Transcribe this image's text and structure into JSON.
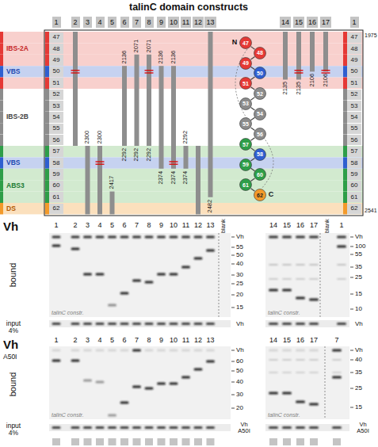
{
  "diagram": {
    "title": "talinC domain constructs",
    "nodes": [
      {
        "text": [
          "1"
        ]
      },
      {
        "text": [
          "2"
        ]
      },
      {
        "text": [
          "3"
        ]
      },
      {
        "text": [
          "4"
        ]
      },
      {
        "text": [
          "5"
        ]
      },
      {
        "text": [
          "6"
        ]
      },
      {
        "text": [
          "7"
        ]
      },
      {
        "text": [
          "8"
        ]
      },
      {
        "text": [
          "9"
        ]
      },
      {
        "text": [
          "10"
        ]
      },
      {
        "text": [
          "11"
        ]
      },
      {
        "text": [
          "12"
        ]
      },
      {
        "text": [
          "13"
        ]
      },
      {
        "text": [
          "14"
        ]
      },
      {
        "text": [
          "15"
        ]
      },
      {
        "text": [
          "16"
        ]
      },
      {
        "text": [
          "17"
        ]
      },
      {
        "text": [
          "1"
        ]
      },
      {
        "text": [
          "47"
        ]
      },
      {
        "text": [
          "48"
        ]
      },
      {
        "text": [
          "49"
        ]
      },
      {
        "text": [
          "50"
        ]
      },
      {
        "text": [
          "51"
        ]
      },
      {
        "text": [
          "52"
        ]
      },
      {
        "text": [
          "53"
        ]
      },
      {
        "text": [
          "54"
        ]
      },
      {
        "text": [
          "55"
        ]
      },
      {
        "text": [
          "56"
        ]
      },
      {
        "text": [
          "57"
        ]
      },
      {
        "text": [
          "58"
        ]
      },
      {
        "text": [
          "59"
        ]
      },
      {
        "text": [
          "60"
        ]
      },
      {
        "text": [
          "61"
        ]
      },
      {
        "text": [
          "62"
        ]
      },
      {
        "text": [
          "47"
        ]
      },
      {
        "text": [
          "48"
        ]
      },
      {
        "text": [
          "49"
        ]
      },
      {
        "text": [
          "50"
        ]
      },
      {
        "text": [
          "51"
        ]
      },
      {
        "text": [
          "52"
        ]
      },
      {
        "text": [
          "53"
        ]
      },
      {
        "text": [
          "54"
        ]
      },
      {
        "text": [
          "55"
        ]
      },
      {
        "text": [
          "56"
        ]
      },
      {
        "text": [
          "57"
        ]
      },
      {
        "text": [
          "58"
        ]
      },
      {
        "text": [
          "59"
        ]
      },
      {
        "text": [
          "60"
        ]
      },
      {
        "text": [
          "61"
        ]
      },
      {
        "text": [
          "62"
        ]
      },
      {
        "text": [
          "47"
        ]
      },
      {
        "text": [
          "48"
        ]
      },
      {
        "text": [
          "49"
        ]
      },
      {
        "text": [
          "50"
        ]
      },
      {
        "text": [
          "51"
        ]
      },
      {
        "text": [
          "52"
        ]
      },
      {
        "text": [
          "53"
        ]
      },
      {
        "text": [
          "54"
        ]
      },
      {
        "text": [
          "55"
        ]
      },
      {
        "text": [
          "56"
        ]
      },
      {
        "text": [
          "57"
        ]
      },
      {
        "text": [
          "58"
        ]
      },
      {
        "text": [
          "59"
        ]
      },
      {
        "text": [
          "60"
        ]
      },
      {
        "text": [
          "61"
        ]
      },
      {
        "text": [
          "62"
        ]
      }
    ],
    "edges": [
      {
        "from": 34,
        "to": 35,
        "arrow": "none"
      },
      {
        "from": 35,
        "to": 36,
        "arrow": "none"
      },
      {
        "from": 36,
        "to": 37,
        "arrow": "none"
      },
      {
        "from": 37,
        "to": 38,
        "arrow": "none"
      },
      {
        "from": 38,
        "to": 39,
        "arrow": "none"
      },
      {
        "from": 39,
        "to": 40,
        "arrow": "none"
      },
      {
        "from": 40,
        "to": 41,
        "arrow": "none"
      },
      {
        "from": 41,
        "to": 42,
        "arrow": "none"
      },
      {
        "from": 42,
        "to": 43,
        "arrow": "none"
      },
      {
        "from": 43,
        "to": 44,
        "arrow": "none"
      },
      {
        "from": 44,
        "to": 45,
        "arrow": "none"
      },
      {
        "from": 45,
        "to": 46,
        "arrow": "none"
      },
      {
        "from": 46,
        "to": 47,
        "arrow": "none"
      },
      {
        "from": 47,
        "to": 48,
        "arrow": "none"
      },
      {
        "from": 48,
        "to": 49,
        "arrow": "none"
      }
    ],
    "labels": [
      "IBS-2A",
      "VBS",
      "IBS-2B",
      "VBS",
      "ABS3",
      "DS",
      "1975",
      "2541",
      "2300",
      "2300",
      "2417",
      "2136",
      "2292",
      "2071",
      "2292",
      "2071",
      "2292",
      "2136",
      "2374",
      "2136",
      "2374",
      "2292",
      "2374",
      "2482",
      "2135",
      "2135",
      "2106",
      "2106",
      "N",
      "C",
      "Vh",
      "bound",
      "1",
      "2",
      "3",
      "4",
      "5",
      "6",
      "7",
      "8",
      "9",
      "10",
      "11",
      "12",
      "13",
      "blank",
      "14",
      "15",
      "16",
      "17",
      "blank",
      "1",
      "Vh",
      "55",
      "50",
      "40",
      "30",
      "25",
      "20",
      "15",
      "Vh",
      "100",
      "55",
      "35",
      "25",
      "15",
      "10",
      "talinC constr.",
      "talinC constr.",
      "input 4%",
      "Vh",
      "Vh",
      "Vh",
      "A50I",
      "bound",
      "1",
      "2",
      "3",
      "4",
      "5",
      "6",
      "7",
      "8",
      "9",
      "10",
      "11",
      "12",
      "13",
      "14",
      "15",
      "16",
      "17",
      "7",
      "Vh",
      "60",
      "50",
      "40",
      "30",
      "20",
      "Vh",
      "40",
      "35",
      "25",
      "15",
      "talinC constr.",
      "talinC constr.",
      "input 4%",
      "Vh A50I",
      "Vh A50I"
    ]
  }
}
